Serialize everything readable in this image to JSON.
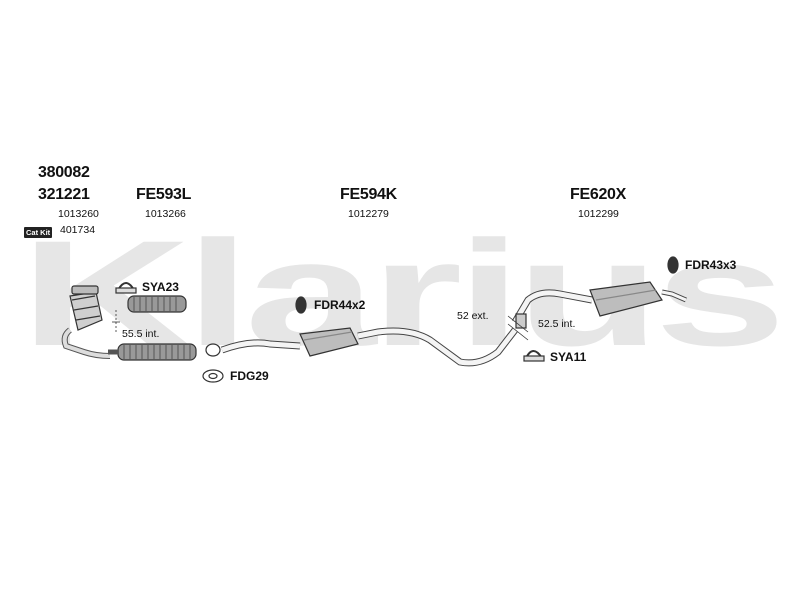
{
  "watermark": {
    "text": "Klarius"
  },
  "parts": {
    "cat_code_1": "380082",
    "cat_code_2": "321221",
    "cat_ref": "1013260",
    "catkit_badge": "Cat Kit",
    "catkit_ref": "401734",
    "front_code": "FE593L",
    "front_ref": "1013266",
    "middle_code": "FE594K",
    "middle_ref": "1012279",
    "rear_code": "FE620X",
    "rear_ref": "1012299"
  },
  "fittings": {
    "sya23": "SYA23",
    "fdr44x2": "FDR44x2",
    "fdr43x3": "FDR43x3",
    "sya11": "SYA11",
    "fdg29": "FDG29"
  },
  "dimensions": {
    "front_int": "55.5 int.",
    "rear_ext": "52 ext.",
    "rear_int": "52.5 int."
  }
}
